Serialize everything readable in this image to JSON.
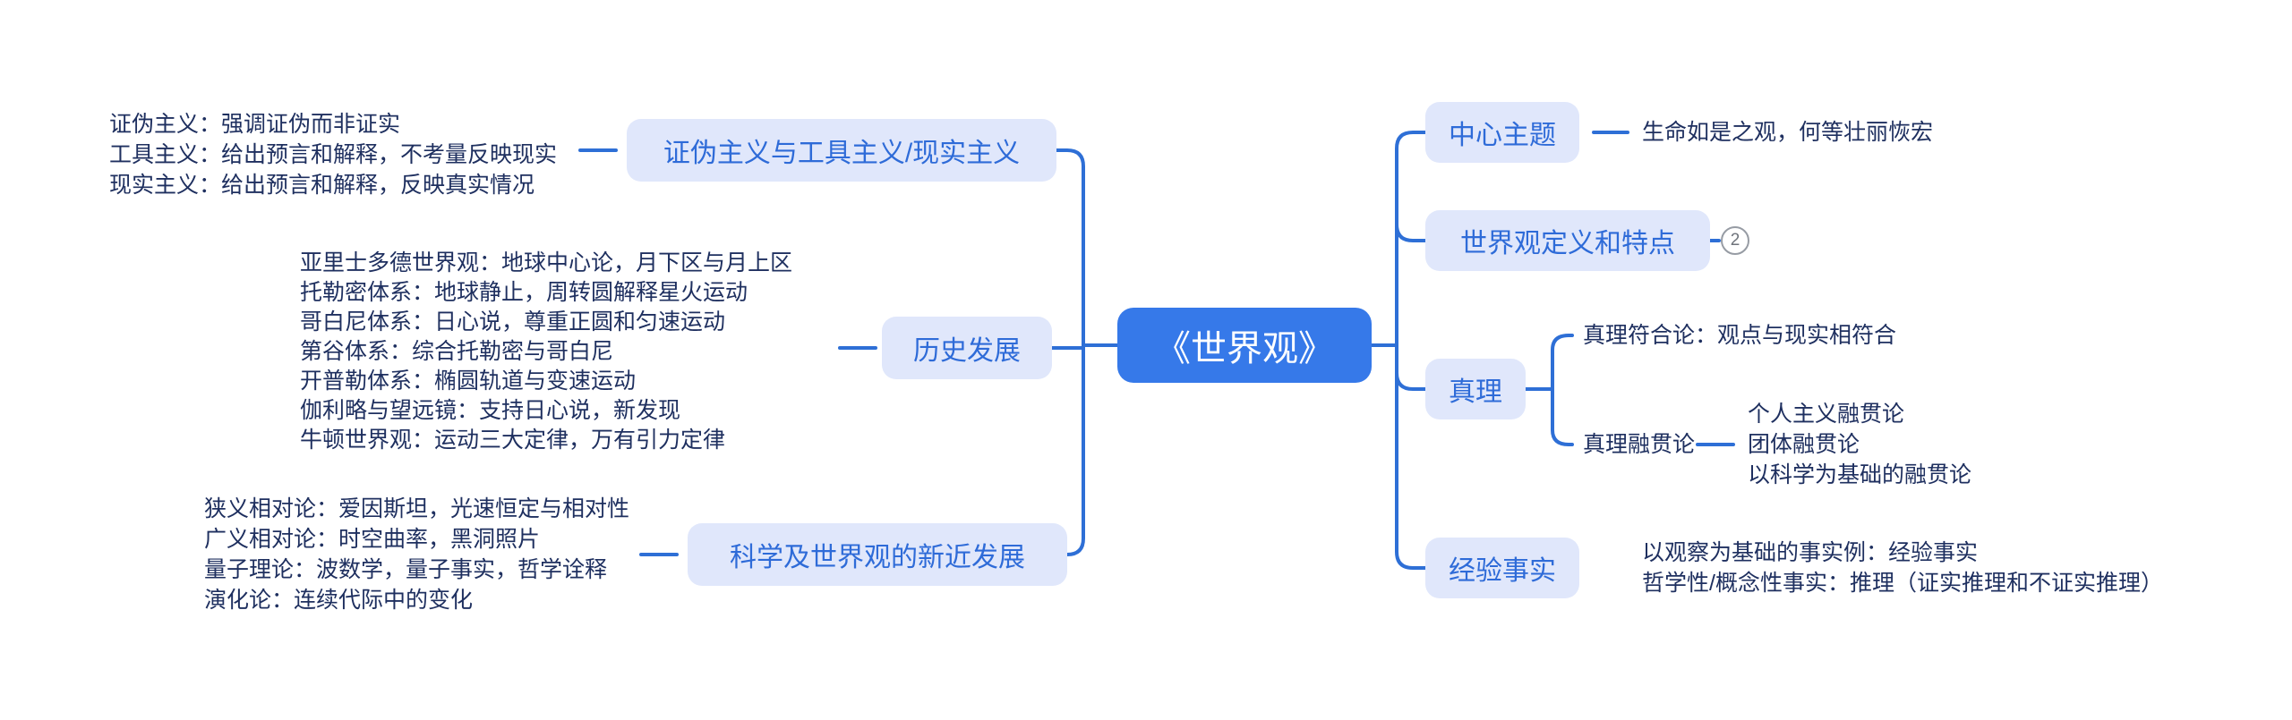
{
  "central": {
    "label": "《世界观》"
  },
  "left_branches": [
    {
      "label": "证伪主义与工具主义/现实主义",
      "notes": [
        "证伪主义：强调证伪而非证实",
        "工具主义：给出预言和解释，不考量反映现实",
        "现实主义：给出预言和解释，反映真实情况"
      ]
    },
    {
      "label": "历史发展",
      "notes": [
        "亚里士多德世界观：地球中心论，月下区与月上区",
        "托勒密体系：地球静止，周转圆解释星火运动",
        "哥白尼体系：日心说，尊重正圆和匀速运动",
        "第谷体系：综合托勒密与哥白尼",
        "开普勒体系：椭圆轨道与变速运动",
        "伽利略与望远镜：支持日心说，新发现",
        "牛顿世界观：运动三大定律，万有引力定律"
      ]
    },
    {
      "label": "科学及世界观的新近发展",
      "notes": [
        "狭义相对论：爱因斯坦，光速恒定与相对性",
        "广义相对论：时空曲率，黑洞照片",
        "量子理论：波数学，量子事实，哲学诠释",
        "演化论：连续代际中的变化"
      ]
    }
  ],
  "right_branches": [
    {
      "label": "中心主题",
      "note": "生命如是之观，何等壮丽恢宏"
    },
    {
      "label": "世界观定义和特点",
      "badge": "2"
    },
    {
      "label": "真理",
      "children": [
        {
          "label": "真理符合论：观点与现实相符合"
        },
        {
          "label": "真理融贯论",
          "children": [
            "个人主义融贯论",
            "团体融贯论",
            "以科学为基础的融贯论"
          ]
        }
      ]
    },
    {
      "label": "经验事实",
      "notes": [
        "以观察为基础的事实例：经验事实",
        "哲学性/概念性事实：推理（证实推理和不证实推理）"
      ]
    }
  ],
  "colors": {
    "central_node_bg": "#3679e9",
    "central_node_text": "#ffffff",
    "branch_node_bg": "#e0e7fb",
    "branch_node_text": "#2e6bd8",
    "note_text": "#1e2f5f",
    "connector": "#2e6fd6",
    "badge_border": "#979ca4",
    "badge_text": "#6e737b"
  }
}
